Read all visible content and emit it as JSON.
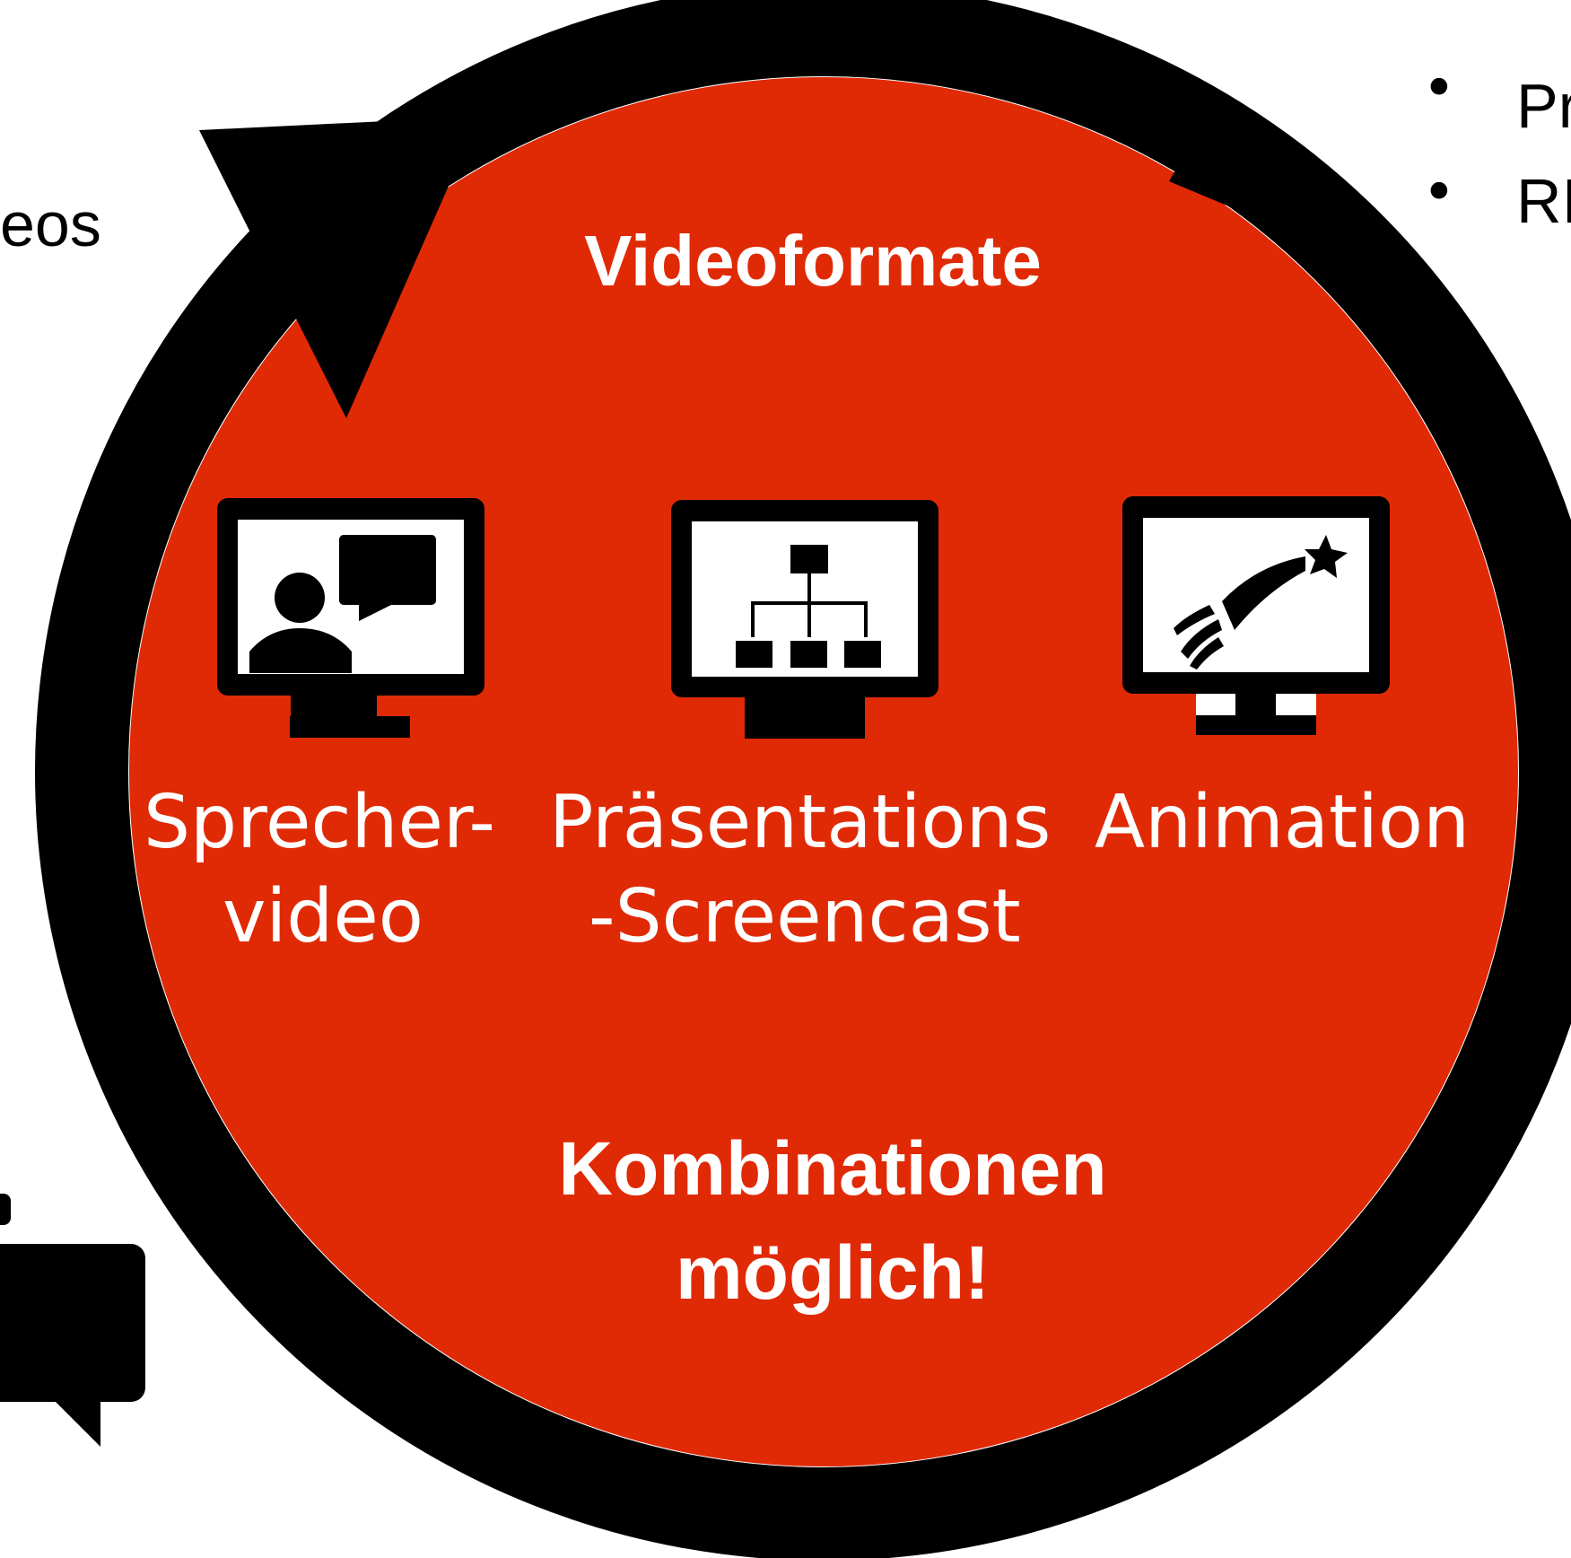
{
  "colors": {
    "circle_fill": "#E02A06",
    "ring": "#000000",
    "text_on_red": "#FFFFFF",
    "text_on_white": "#000000",
    "screen": "#FFFFFF"
  },
  "left_cut_text": "eos",
  "right_bullets": [
    "Pr",
    "RI"
  ],
  "title": "Videoformate",
  "formats": [
    {
      "line1": "Sprecher-",
      "line2": "video",
      "icon": "presenter-monitor-icon"
    },
    {
      "line1": "Präsentations",
      "line2": "-Screencast",
      "icon": "org-chart-monitor-icon"
    },
    {
      "line1": "Animation",
      "line2": "",
      "icon": "shooting-star-monitor-icon"
    }
  ],
  "footer_line1": "Kombinationen",
  "footer_line2": "möglich!",
  "left_icon": "speech-bubble-icon"
}
